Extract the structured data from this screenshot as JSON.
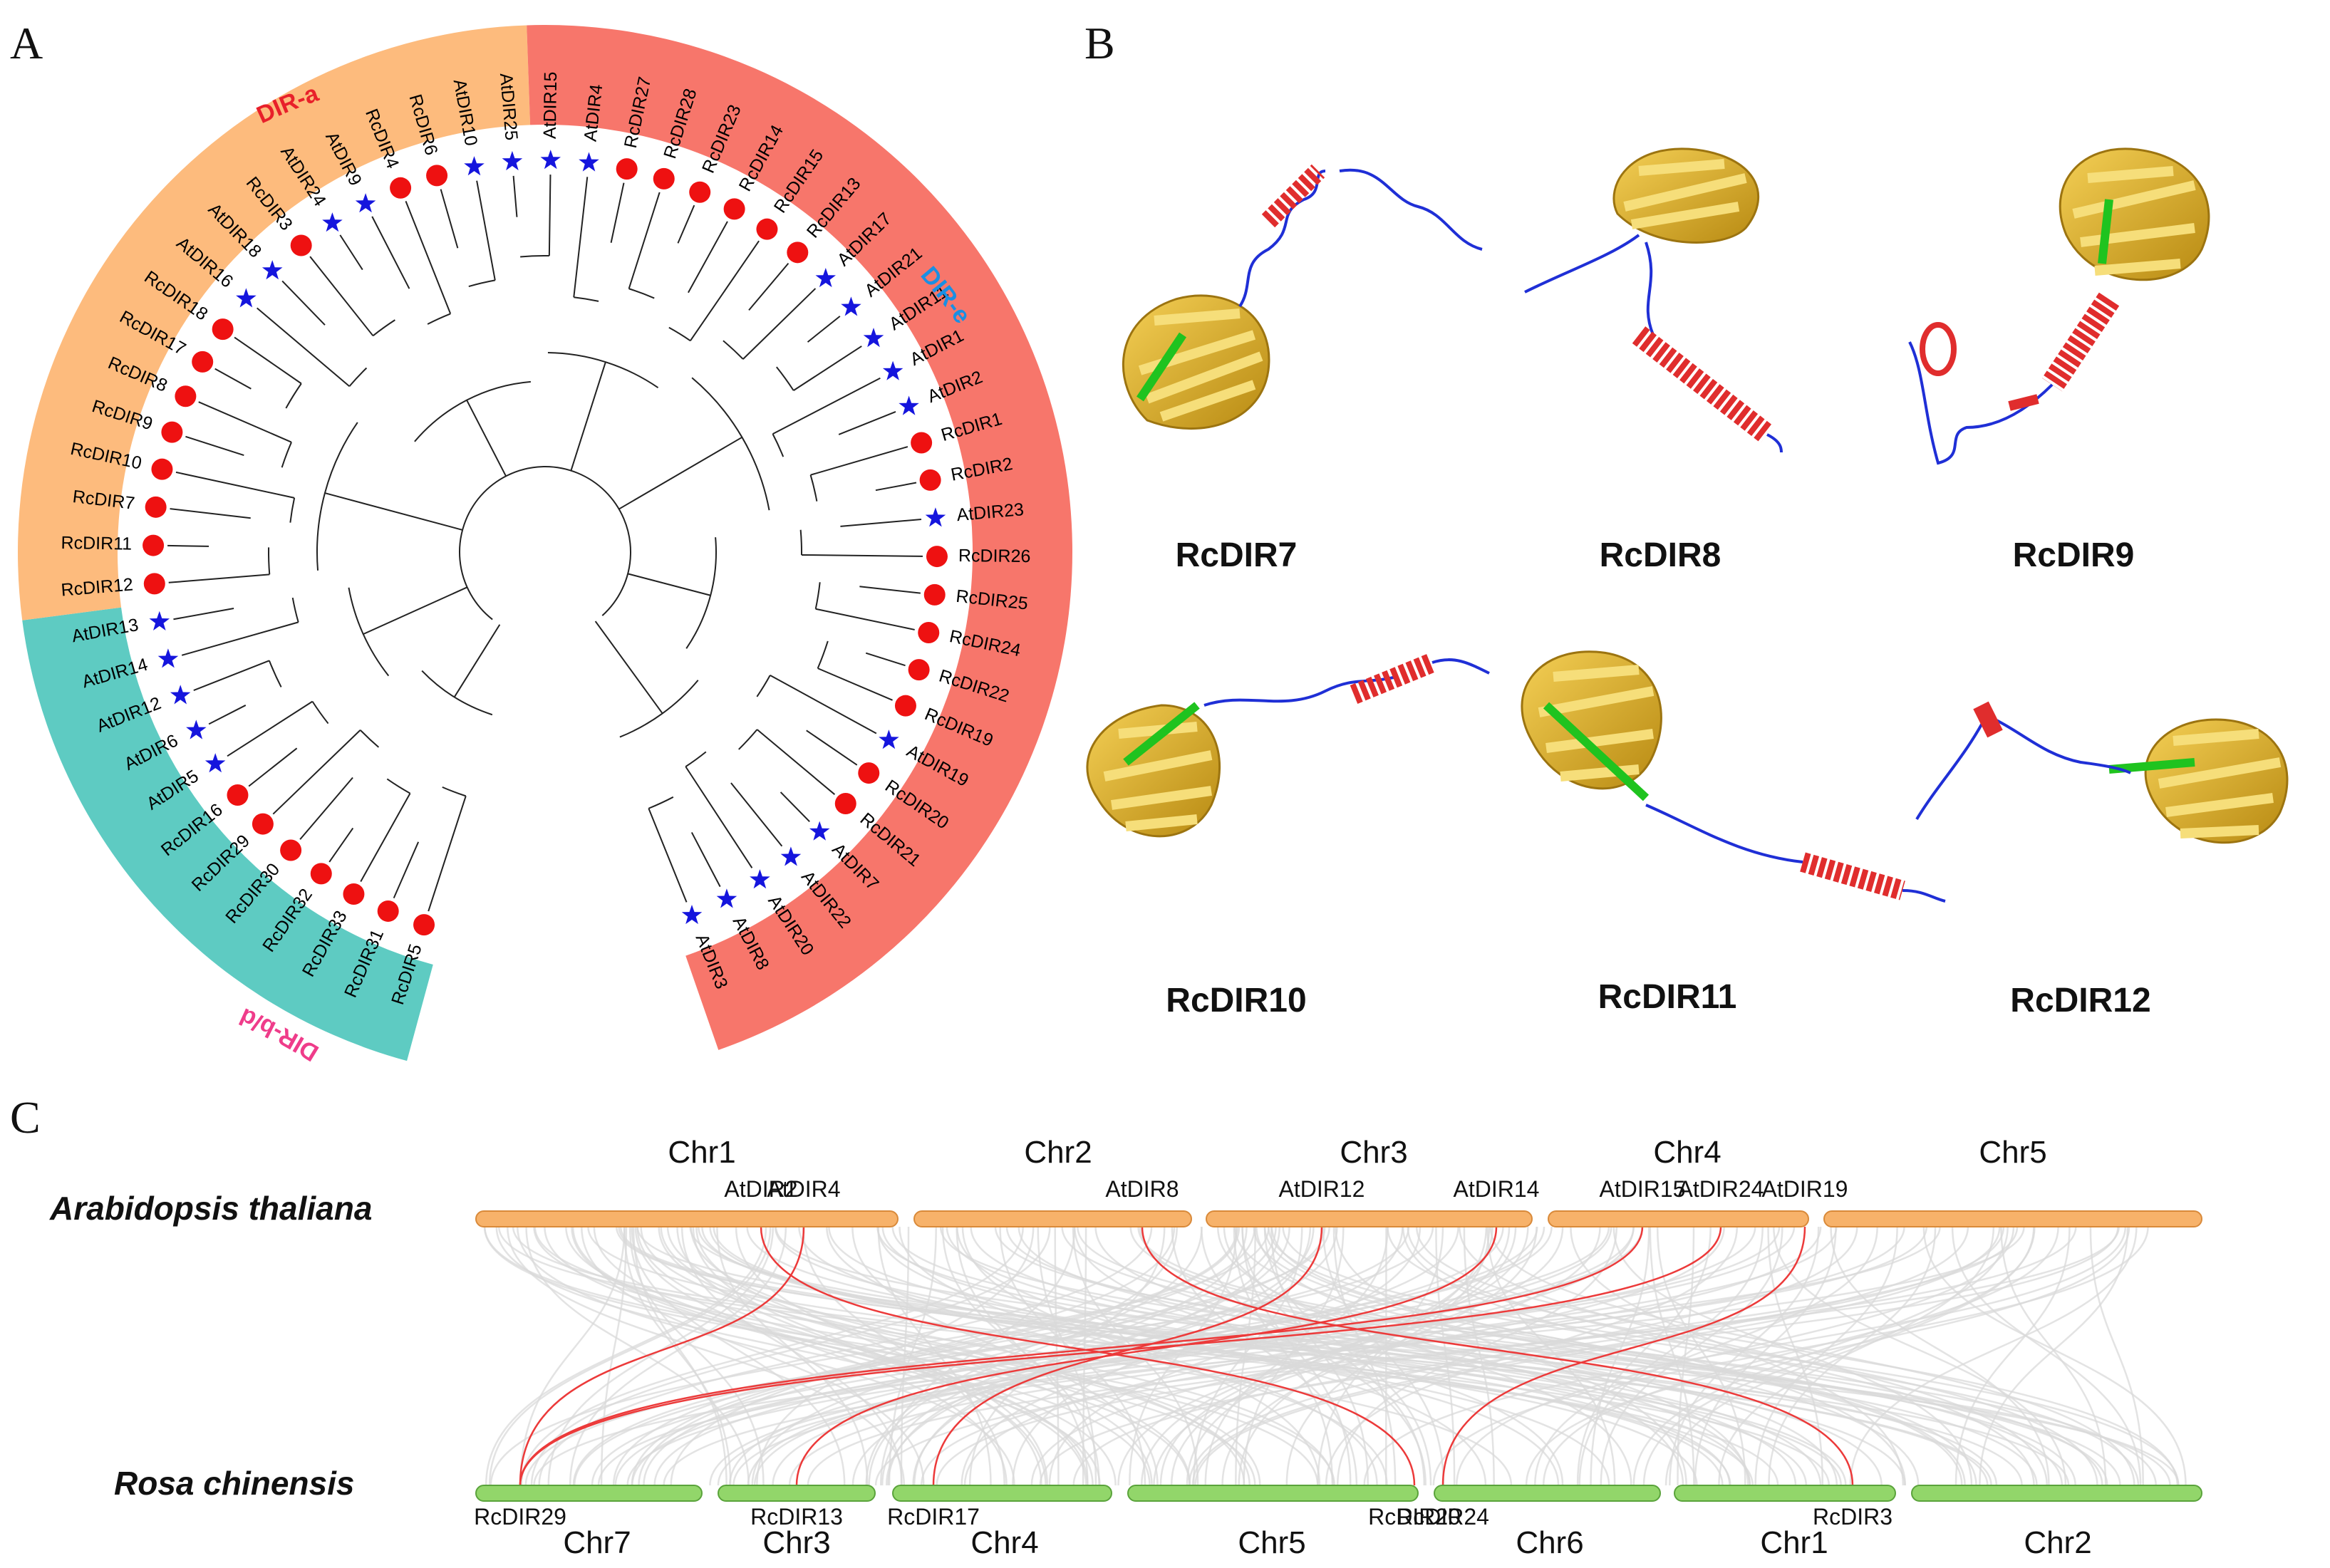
{
  "panels": {
    "a": "A",
    "b": "B",
    "c": "C"
  },
  "colors": {
    "dir_a": "#5ecbc2",
    "dir_e": "#fdbb7d",
    "dir_bd": "#f7766b",
    "label_dir_a": "#e8202a",
    "label_dir_e": "#1a8fe3",
    "label_dir_bd": "#ef3c8a",
    "rosa_marker": "#ee1111",
    "arabidopsis_marker": "#1515dd",
    "at_chrom": "#f7b26a",
    "rc_chrom": "#92d66a",
    "synteny_bg": "#d9d9d9",
    "synteny_hl": "#ec3a3a"
  },
  "tree": {
    "clades": [
      {
        "name": "DIR-a",
        "color_key": "dir_a",
        "label_color_key": "label_dir_a",
        "leaves": [
          "RcDIR5",
          "RcDIR31",
          "RcDIR33",
          "RcDIR32",
          "RcDIR30",
          "RcDIR29",
          "RcDIR16",
          "AtDIR5",
          "AtDIR6",
          "AtDIR12",
          "AtDIR14",
          "AtDIR13"
        ]
      },
      {
        "name": "DIR-e",
        "color_key": "dir_e",
        "label_color_key": "label_dir_e",
        "leaves": [
          "RcDIR12",
          "RcDIR11",
          "RcDIR7",
          "RcDIR10",
          "RcDIR9",
          "RcDIR8",
          "RcDIR17",
          "RcDIR18",
          "AtDIR16",
          "AtDIR18",
          "RcDIR3",
          "AtDIR24",
          "AtDIR9",
          "RcDIR4",
          "RcDIR6",
          "AtDIR10",
          "AtDIR25"
        ]
      },
      {
        "name": "DIR-b/d",
        "color_key": "dir_bd",
        "label_color_key": "label_dir_bd",
        "leaves": [
          "AtDIR15",
          "AtDIR4",
          "RcDIR27",
          "RcDIR28",
          "RcDIR23",
          "RcDIR14",
          "RcDIR15",
          "RcDIR13",
          "AtDIR17",
          "AtDIR21",
          "AtDIR11",
          "AtDIR1",
          "AtDIR2",
          "RcDIR1",
          "RcDIR2",
          "AtDIR23",
          "RcDIR26",
          "RcDIR25",
          "RcDIR24",
          "RcDIR22",
          "RcDIR19",
          "AtDIR19",
          "RcDIR20",
          "RcDIR21",
          "AtDIR7",
          "AtDIR22",
          "AtDIR20",
          "AtDIR8",
          "AtDIR3"
        ]
      }
    ]
  },
  "structures": [
    {
      "name": "RcDIR7"
    },
    {
      "name": "RcDIR8"
    },
    {
      "name": "RcDIR9"
    },
    {
      "name": "RcDIR10"
    },
    {
      "name": "RcDIR11"
    },
    {
      "name": "RcDIR12"
    }
  ],
  "synteny": {
    "species_top": "Arabidopsis thaliana",
    "species_bottom": "Rosa chinensis",
    "top_chromosomes": [
      {
        "name": "Chr1",
        "genes": [
          "AtDIR2",
          "AtDIR4"
        ]
      },
      {
        "name": "Chr2",
        "genes": [
          "AtDIR8"
        ]
      },
      {
        "name": "Chr3",
        "genes": [
          "AtDIR12",
          "AtDIR14"
        ]
      },
      {
        "name": "Chr4",
        "genes": [
          "AtDIR15",
          "AtDIR24",
          "AtDIR19"
        ]
      },
      {
        "name": "Chr5",
        "genes": []
      }
    ],
    "bottom_chromosomes": [
      {
        "name": "Chr7",
        "genes": [
          "RcDIR29"
        ]
      },
      {
        "name": "Chr3",
        "genes": [
          "RcDIR13"
        ]
      },
      {
        "name": "Chr4",
        "genes": [
          "RcDIR17"
        ]
      },
      {
        "name": "Chr5",
        "genes": [
          "RcDIR20"
        ]
      },
      {
        "name": "Chr6",
        "genes": [
          "RcDIR24"
        ]
      },
      {
        "name": "Chr1",
        "genes": [
          "RcDIR3"
        ]
      },
      {
        "name": "Chr2",
        "genes": []
      }
    ],
    "links": [
      [
        "AtDIR2",
        "RcDIR20"
      ],
      [
        "AtDIR4",
        "RcDIR29"
      ],
      [
        "AtDIR8",
        "RcDIR3"
      ],
      [
        "AtDIR12",
        "RcDIR17"
      ],
      [
        "AtDIR14",
        "RcDIR13"
      ],
      [
        "AtDIR15",
        "RcDIR29"
      ],
      [
        "AtDIR24",
        "RcDIR29"
      ],
      [
        "AtDIR19",
        "RcDIR24"
      ]
    ]
  }
}
